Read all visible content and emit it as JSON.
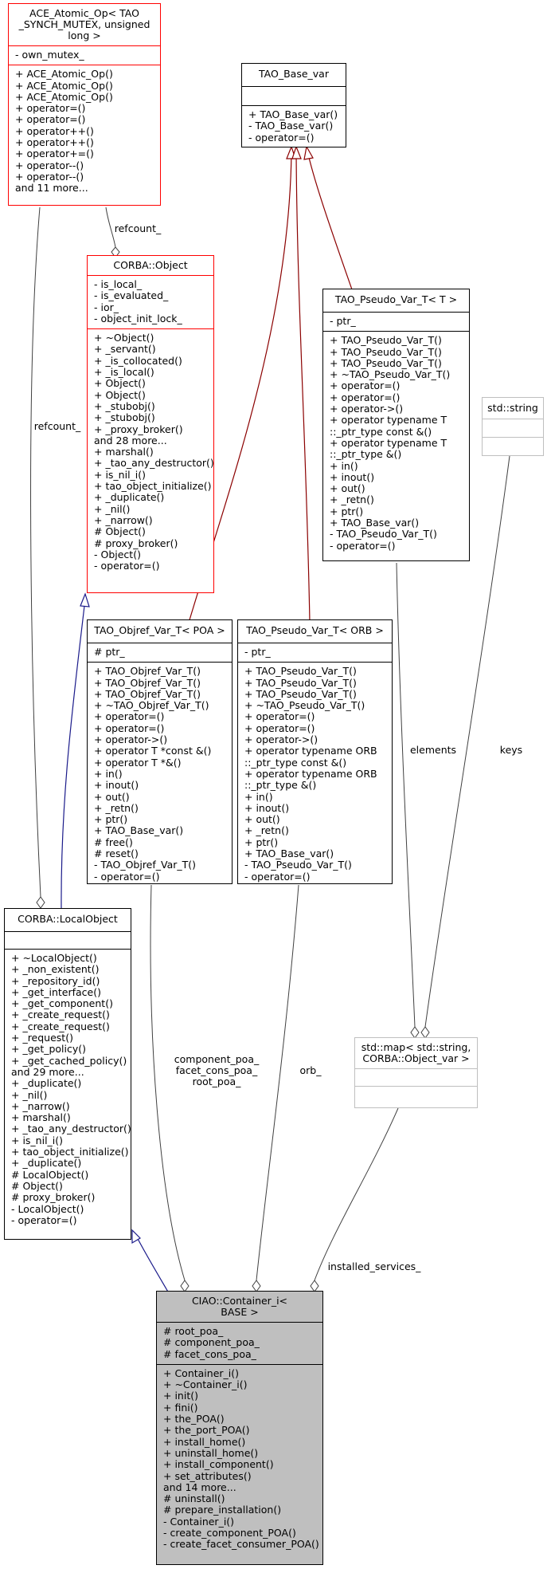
{
  "classes": {
    "ace_atomic_op": {
      "title": [
        "ACE_Atomic_Op< TAO",
        "_SYNCH_MUTEX, unsigned",
        "long >"
      ],
      "attributes": [
        "- own_mutex_"
      ],
      "methods": [
        "+ ACE_Atomic_Op()",
        "+ ACE_Atomic_Op()",
        "+ ACE_Atomic_Op()",
        "+ operator=()",
        "+ operator=()",
        "+ operator++()",
        "+ operator++()",
        "+ operator+=()",
        "+ operator--()",
        "+ operator--()",
        "and 11 more..."
      ]
    },
    "tao_base_var": {
      "title": [
        "TAO_Base_var"
      ],
      "attributes": [],
      "methods": [
        "+ TAO_Base_var()",
        "- TAO_Base_var()",
        "- operator=()"
      ]
    },
    "corba_object": {
      "title": [
        "CORBA::Object"
      ],
      "attributes": [
        "- is_local_",
        "- is_evaluated_",
        "- ior_",
        "- object_init_lock_"
      ],
      "methods": [
        "+ ~Object()",
        "+ _servant()",
        "+ _is_collocated()",
        "+ _is_local()",
        "+ Object()",
        "+ Object()",
        "+ _stubobj()",
        "+ _stubobj()",
        "+ _proxy_broker()",
        "and 28 more...",
        "+ marshal()",
        "+ _tao_any_destructor()",
        "+ is_nil_i()",
        "+ tao_object_initialize()",
        "+ _duplicate()",
        "+ _nil()",
        "+ _narrow()",
        "# Object()",
        "# proxy_broker()",
        "- Object()",
        "- operator=()"
      ]
    },
    "tao_pseudo_var_t": {
      "title": [
        "TAO_Pseudo_Var_T< T >"
      ],
      "attributes": [
        "- ptr_"
      ],
      "methods": [
        "+ TAO_Pseudo_Var_T()",
        "+ TAO_Pseudo_Var_T()",
        "+ TAO_Pseudo_Var_T()",
        "+ ~TAO_Pseudo_Var_T()",
        "+ operator=()",
        "+ operator=()",
        "+ operator->()",
        "+ operator typename T",
        "::_ptr_type const &()",
        "+ operator typename T",
        "::_ptr_type &()",
        "+ in()",
        "+ inout()",
        "+ out()",
        "+ _retn()",
        "+ ptr()",
        "+ TAO_Base_var()",
        "- TAO_Pseudo_Var_T()",
        "- operator=()"
      ]
    },
    "std_string": {
      "title": [
        "std::string"
      ],
      "attributes": [],
      "methods": []
    },
    "tao_objref_var_t": {
      "title": [
        "TAO_Objref_Var_T< POA >"
      ],
      "attributes": [
        "# ptr_"
      ],
      "methods": [
        "+ TAO_Objref_Var_T()",
        "+ TAO_Objref_Var_T()",
        "+ TAO_Objref_Var_T()",
        "+ ~TAO_Objref_Var_T()",
        "+ operator=()",
        "+ operator=()",
        "+ operator->()",
        "+ operator T *const &()",
        "+ operator T *&()",
        "+ in()",
        "+ inout()",
        "+ out()",
        "+ _retn()",
        "+ ptr()",
        "+ TAO_Base_var()",
        "# free()",
        "# reset()",
        "- TAO_Objref_Var_T()",
        "- operator=()"
      ]
    },
    "tao_pseudo_var_orb": {
      "title": [
        "TAO_Pseudo_Var_T< ORB >"
      ],
      "attributes": [
        "- ptr_"
      ],
      "methods": [
        "+ TAO_Pseudo_Var_T()",
        "+ TAO_Pseudo_Var_T()",
        "+ TAO_Pseudo_Var_T()",
        "+ ~TAO_Pseudo_Var_T()",
        "+ operator=()",
        "+ operator=()",
        "+ operator->()",
        "+ operator typename ORB",
        "::_ptr_type const &()",
        "+ operator typename ORB",
        "::_ptr_type &()",
        "+ in()",
        "+ inout()",
        "+ out()",
        "+ _retn()",
        "+ ptr()",
        "+ TAO_Base_var()",
        "- TAO_Pseudo_Var_T()",
        "- operator=()"
      ]
    },
    "corba_localobject": {
      "title": [
        "CORBA::LocalObject"
      ],
      "attributes": [],
      "methods": [
        "+ ~LocalObject()",
        "+ _non_existent()",
        "+ _repository_id()",
        "+ _get_interface()",
        "+ _get_component()",
        "+ _create_request()",
        "+ _create_request()",
        "+ _request()",
        "+ _get_policy()",
        "+ _get_cached_policy()",
        "and 29 more...",
        "+ _duplicate()",
        "+ _nil()",
        "+ _narrow()",
        "+ marshal()",
        "+ _tao_any_destructor()",
        "+ is_nil_i()",
        "+ tao_object_initialize()",
        "+ _duplicate()",
        "# LocalObject()",
        "# Object()",
        "# proxy_broker()",
        "- LocalObject()",
        "- operator=()"
      ]
    },
    "std_map": {
      "title": [
        "std::map< std::string,",
        "CORBA::Object_var >"
      ],
      "attributes": [],
      "methods": []
    },
    "container_i": {
      "title": [
        "CIAO::Container_i<",
        "BASE >"
      ],
      "attributes": [
        "# root_poa_",
        "# component_poa_",
        "# facet_cons_poa_"
      ],
      "methods": [
        "+ Container_i()",
        "+ ~Container_i()",
        "+ init()",
        "+ fini()",
        "+ the_POA()",
        "+ the_port_POA()",
        "+ install_home()",
        "+ uninstall_home()",
        "+ install_component()",
        "+ set_attributes()",
        "and 14 more...",
        "# uninstall()",
        "# prepare_installation()",
        "- Container_i()",
        "- create_component_POA()",
        "- create_facet_consumer_POA()"
      ]
    }
  },
  "edge_labels": {
    "refcount_object": "refcount_",
    "refcount_local": "refcount_",
    "elements": "elements",
    "keys": "keys",
    "poa_members": [
      "component_poa_",
      "facet_cons_poa_",
      "root_poa_"
    ],
    "orb": "orb_",
    "installed_services": "installed_services_"
  },
  "colors": {
    "highlight_border": "#ff0000",
    "inheritance_arrow": "#1a1a8a",
    "tao_base_arrow": "#8b0000",
    "focus_fill": "#bfbfbf",
    "incomplete_border": "#bfbfbf"
  }
}
